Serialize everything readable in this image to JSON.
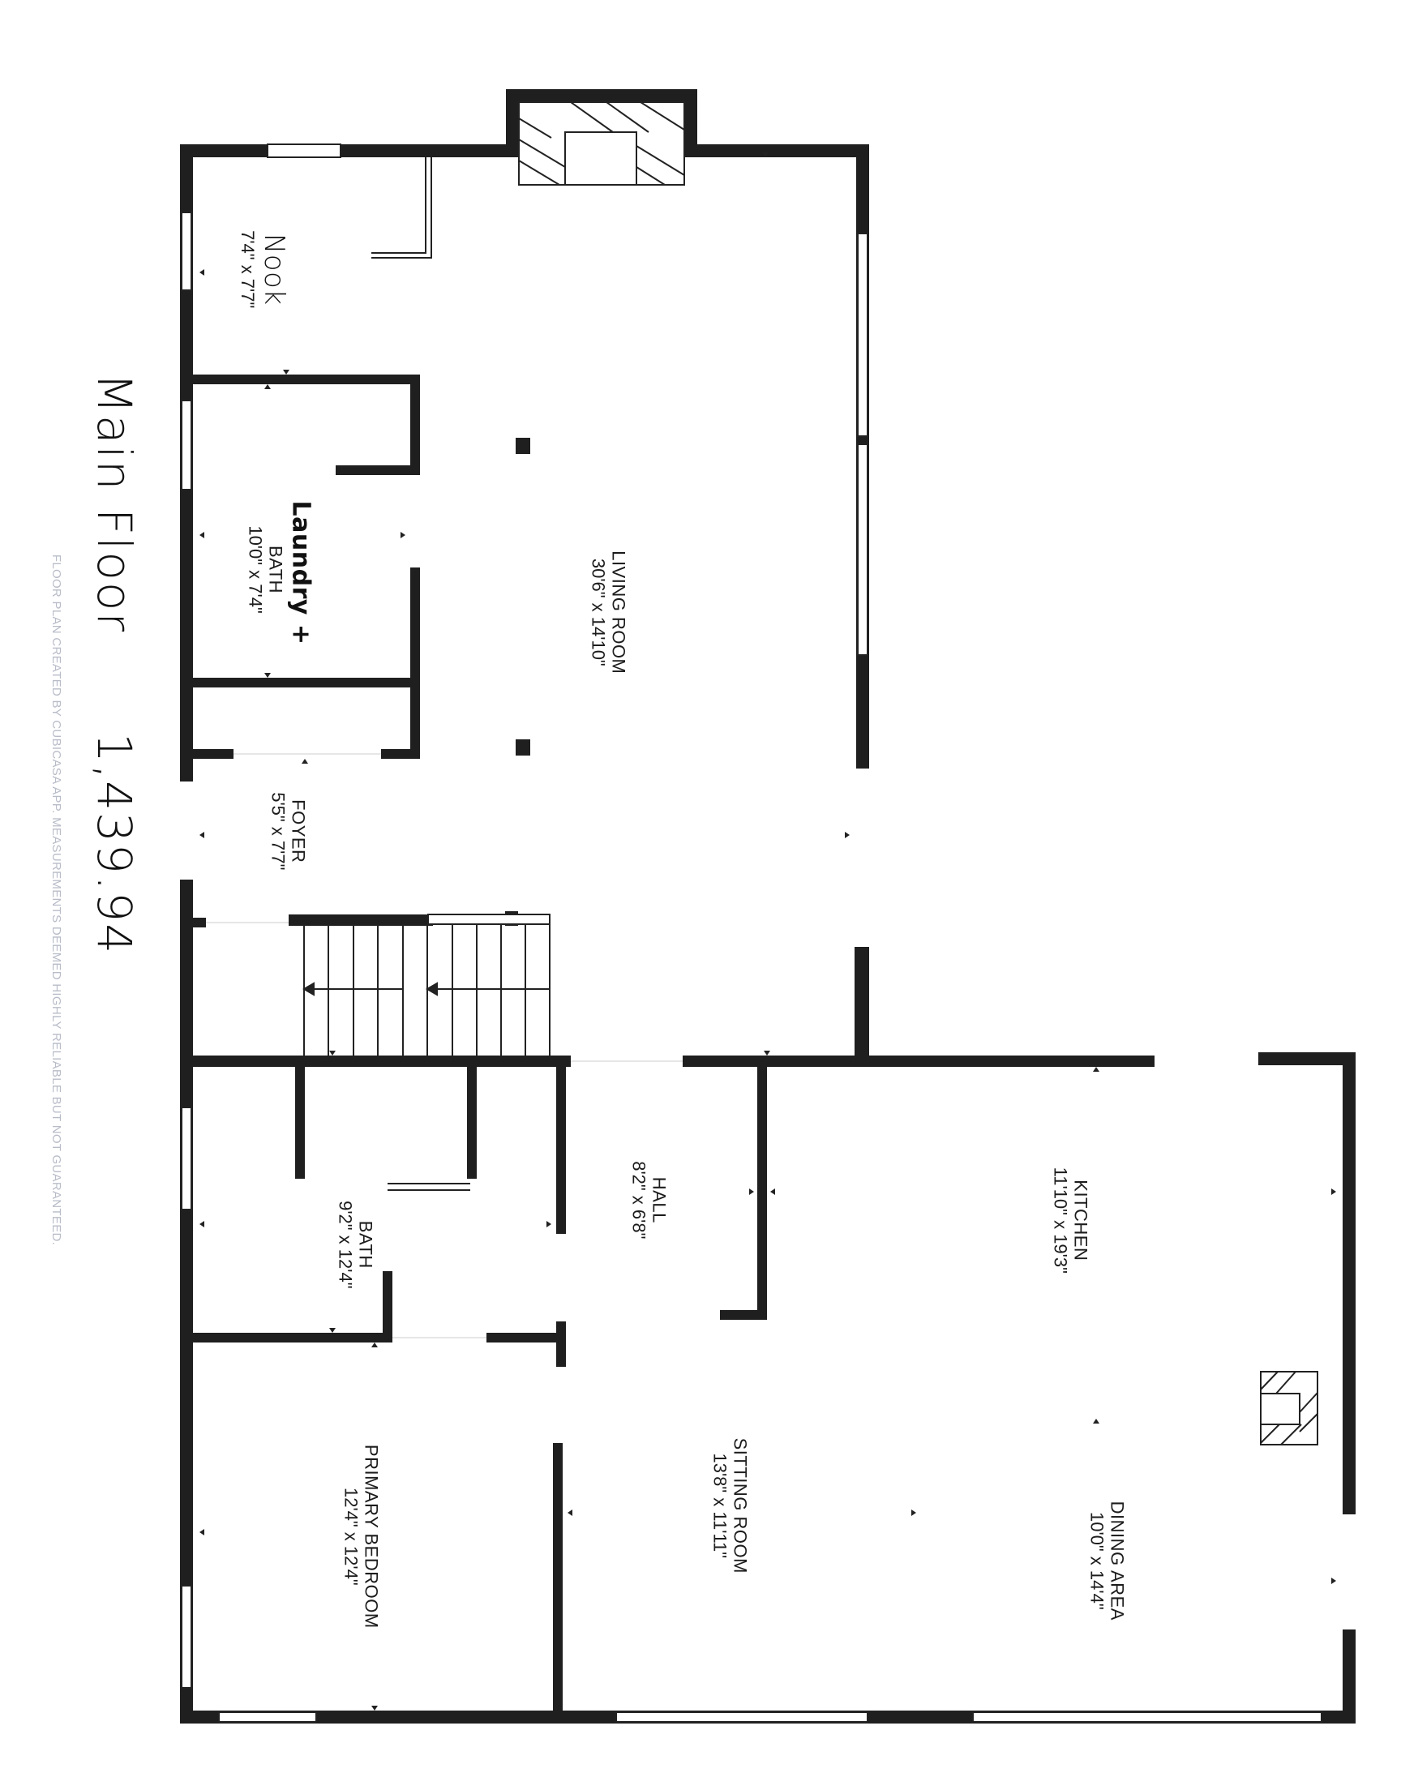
{
  "title": {
    "floor_label": "Main Floor",
    "area": "1,439.94"
  },
  "disclaimer": "FLOOR PLAN CREATED BY CUBICASA APP. MEASUREMENTS DEEMED HIGHLY RELIABLE BUT NOT GUARANTEED.",
  "orientation": "rotated 90° clockwise",
  "rooms": [
    {
      "id": "nook",
      "name": "Nook",
      "dims": "7'4\" x 7'7\"",
      "handwritten": true
    },
    {
      "id": "laundry-bath",
      "name": "BATH",
      "prefix": "Laundry +",
      "dims": "10'0\" x 7'4\""
    },
    {
      "id": "living-room",
      "name": "LIVING ROOM",
      "dims": "30'6\" x 14'10\""
    },
    {
      "id": "foyer",
      "name": "FOYER",
      "dims": "5'5\" x 7'7\""
    },
    {
      "id": "bath",
      "name": "BATH",
      "dims": "9'2\" x 12'4\""
    },
    {
      "id": "hall",
      "name": "HALL",
      "dims": "8'2\" x 6'8\""
    },
    {
      "id": "kitchen",
      "name": "KITCHEN",
      "dims": "11'10\" x 19'3\""
    },
    {
      "id": "primary-bedroom",
      "name": "PRIMARY BEDROOM",
      "dims": "12'4\" x 12'4\""
    },
    {
      "id": "sitting-room",
      "name": "SITTING ROOM",
      "dims": "13'8\" x 11'11\""
    },
    {
      "id": "dining-area",
      "name": "DINING AREA",
      "dims": "10'0\" x 14'4\""
    }
  ],
  "fixtures": [
    "fireplace-main",
    "fireplace-dining",
    "staircase",
    "columns"
  ],
  "colors": {
    "wall": "#1f1f1f",
    "line": "#222222",
    "note": "#b8bcc8",
    "background": "#ffffff"
  }
}
